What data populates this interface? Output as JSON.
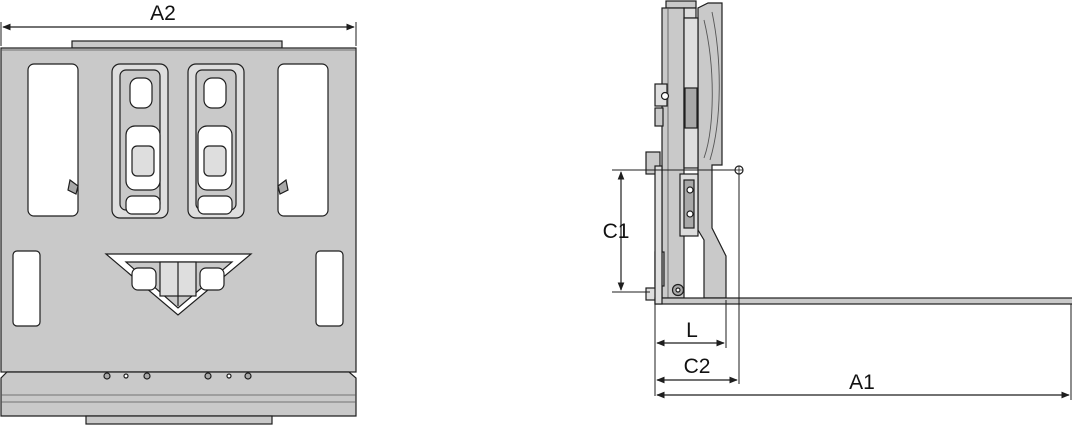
{
  "dimensions": {
    "a2": "A2",
    "c1": "C1",
    "l": "L",
    "c2": "C2",
    "a1": "A1"
  },
  "colors": {
    "fill": "#c9c9c9",
    "fill_light": "#dedede",
    "fill_dark": "#a8a8a8",
    "stroke": "#1e1e1e",
    "background": "#ffffff"
  }
}
